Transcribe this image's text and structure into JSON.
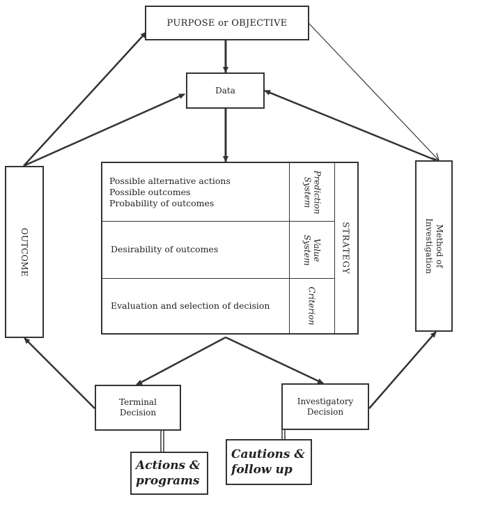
{
  "nodes": {
    "purpose": "PURPOSE or OBJECTIVE",
    "data": "Data",
    "outcome": "OUTCOME",
    "method": "Method of\nInvestigation",
    "terminal": "Terminal\nDecision",
    "investigatory": "Investigatory\nDecision",
    "actions": "Actions &\nprograms",
    "cautions": "Cautions &\nfollow up"
  },
  "center": {
    "rows": [
      {
        "text": "Possible alternative actions\nPossible outcomes\nProbability of outcomes",
        "side": "Prediction\nSystem"
      },
      {
        "text": "Desirability of outcomes",
        "side": "Value\nSystem"
      },
      {
        "text": "Evaluation and selection of decision",
        "side": "Criterion"
      }
    ],
    "strategy": "STRATEGY"
  }
}
